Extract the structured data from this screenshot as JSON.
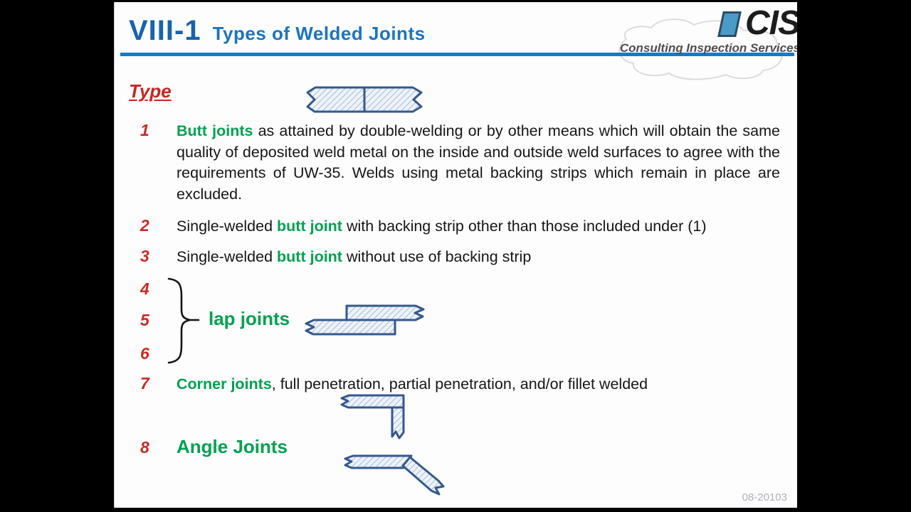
{
  "header": {
    "code": "VIII-1",
    "title": "Types of Welded Joints"
  },
  "logo": {
    "acronym": "CIS",
    "tagline": "Consulting Inspection Services"
  },
  "content": {
    "type_label": "Type",
    "item1": {
      "num": "1",
      "lead": "Butt joints",
      "rest": " as attained by double-welding or by other means which will obtain the same quality of deposited weld metal on the inside and outside weld surfaces to agree with the requirements of UW-35. Welds using metal backing strips which remain in place are excluded."
    },
    "item2": {
      "num": "2",
      "pre": "Single-welded ",
      "lead": "butt joint",
      "rest": " with backing strip other than those included under (1)"
    },
    "item3": {
      "num": "3",
      "pre": "Single-welded ",
      "lead": "butt joint",
      "rest": " without use of backing strip"
    },
    "item4": {
      "num": "4"
    },
    "item5": {
      "num": "5"
    },
    "item6": {
      "num": "6"
    },
    "lap_label": "lap joints",
    "item7": {
      "num": "7",
      "lead": "Corner joints",
      "rest": ", full penetration, partial penetration, and/or fillet welded"
    },
    "item8": {
      "num": "8",
      "lead": "Angle Joints"
    }
  },
  "footer": {
    "slide_code": "08-20103"
  },
  "colors": {
    "title_blue": "#1663b4",
    "subtitle_blue": "#1a74c4",
    "rule_blue": "#1878cc",
    "number_red": "#cc2a24",
    "keyword_green": "#00a24f",
    "diagram_outline": "#35588f",
    "diagram_hatch": "#a9bedb",
    "logo_mark_blue": "#4a9cc8"
  }
}
